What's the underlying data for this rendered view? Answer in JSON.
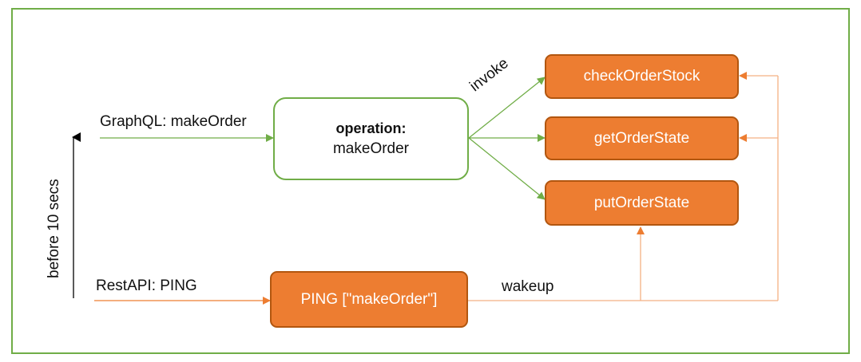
{
  "operation": {
    "title": "operation:",
    "subtitle": "makeOrder"
  },
  "functions": [
    {
      "label": "checkOrderStock"
    },
    {
      "label": "getOrderState"
    },
    {
      "label": "putOrderState"
    }
  ],
  "ping": {
    "label": "PING [\"makeOrder\"]"
  },
  "labels": {
    "graphql": "GraphQL: makeOrder",
    "restapi": "RestAPI: PING",
    "invoke": "invoke",
    "wakeup": "wakeup",
    "time_axis": "before 10 secs"
  },
  "colors": {
    "green": "#70ad47",
    "orange": "#ed7d31",
    "orange_border": "#b2560f",
    "arrow_orange": "#f4b183"
  }
}
